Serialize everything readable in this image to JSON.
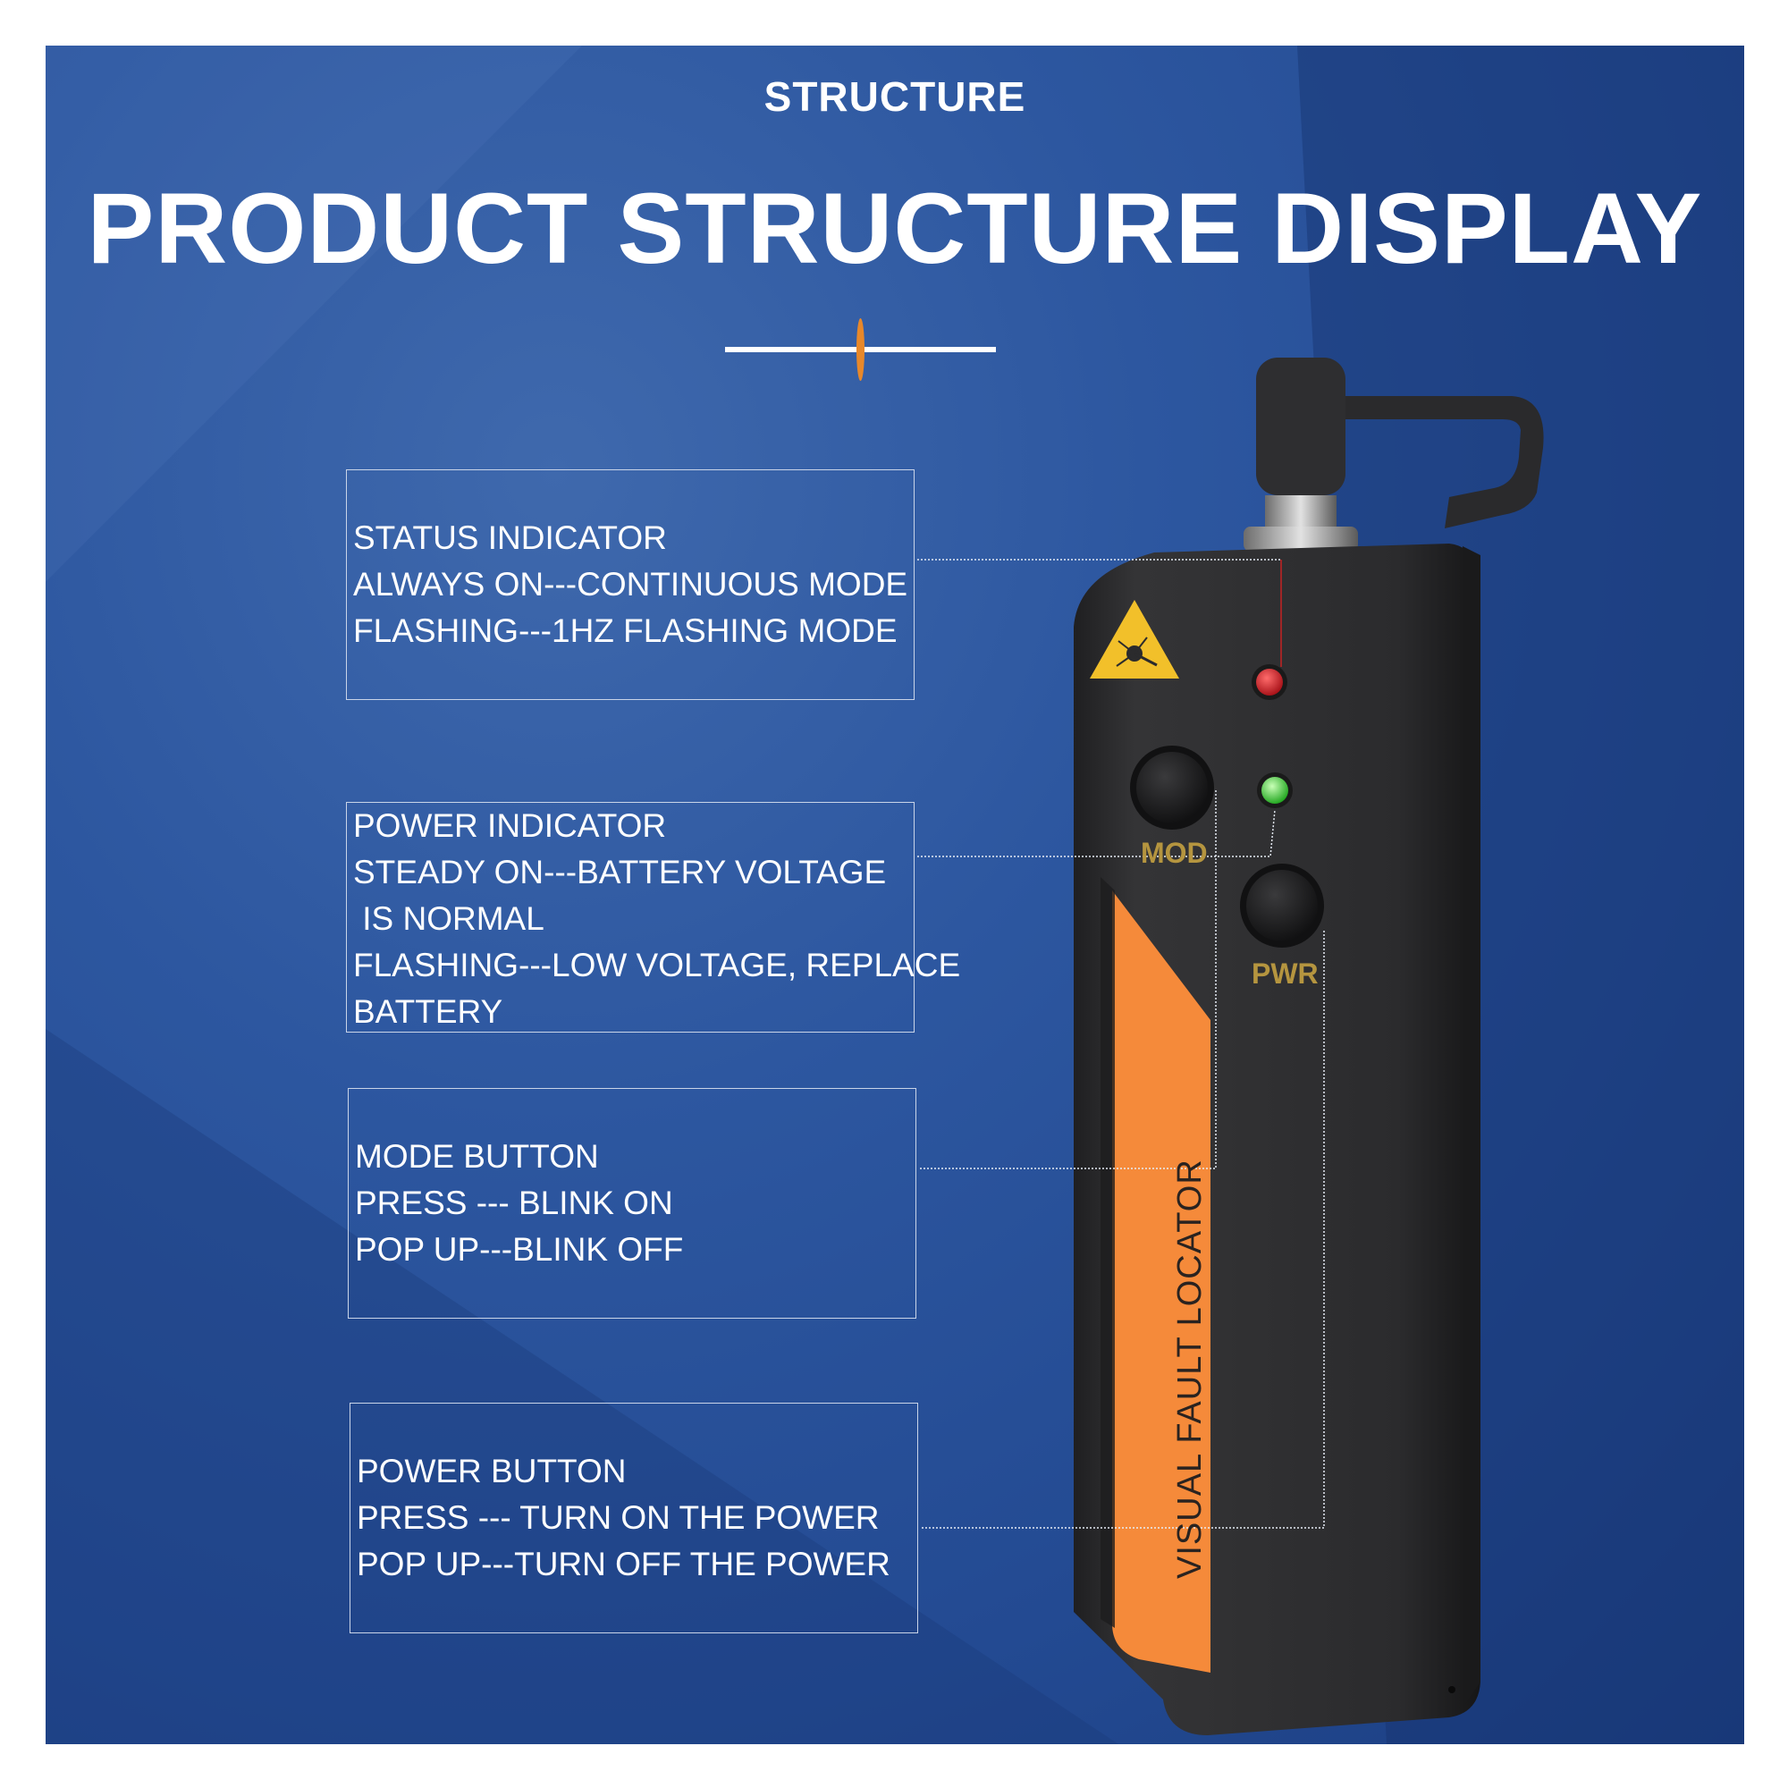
{
  "header": {
    "small_title": "STRUCTURE",
    "big_title": "PRODUCT STRUCTURE DISPLAY"
  },
  "callouts": [
    {
      "lines": [
        "STATUS INDICATOR",
        "ALWAYS ON---CONTINUOUS MODE",
        "FLASHING---1HZ FLASHING MODE"
      ]
    },
    {
      "lines": [
        "POWER INDICATOR",
        "STEADY ON---BATTERY VOLTAGE",
        " IS NORMAL",
        "FLASHING---LOW VOLTAGE, REPLACE",
        "BATTERY"
      ]
    },
    {
      "lines": [
        "MODE BUTTON",
        "PRESS --- BLINK ON",
        "POP UP---BLINK OFF"
      ]
    },
    {
      "lines": [
        "POWER BUTTON",
        "PRESS --- TURN ON THE POWER",
        "POP UP---TURN OFF THE POWER"
      ]
    }
  ],
  "device": {
    "mod_label": "MOD",
    "pwr_label": "PWR",
    "side_text": "VISUAL FAULT LOCATOR",
    "body_color": "#2b2b2d",
    "stripe_color": "#f58a3a",
    "status_led_color": "#d4141c",
    "power_led_color": "#2fd42b",
    "label_color": "#b5953f"
  },
  "icons": [
    "laser-warning-icon"
  ]
}
